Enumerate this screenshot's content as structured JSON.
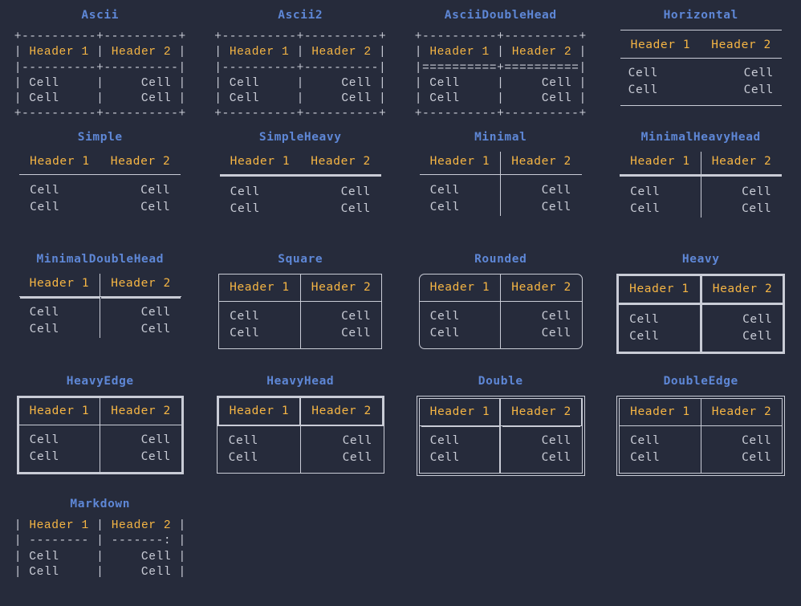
{
  "page": {
    "background": "#262b3b",
    "title_color": "#5e87d6",
    "header_color": "#f5b544",
    "cell_color": "#c9ccd6",
    "header_labels": [
      "Header 1",
      "Header 2"
    ],
    "cell_labels": [
      "Cell",
      "Cell"
    ]
  },
  "boxes": [
    {
      "name": "Ascii",
      "kind": "art",
      "lines": [
        "+----------+----------+",
        "| §Header 1§ | §Header 2§ |",
        "|----------+----------|",
        "| Cell     |     Cell |",
        "| Cell     |     Cell |",
        "+----------+----------+"
      ]
    },
    {
      "name": "Ascii2",
      "kind": "art",
      "lines": [
        "+----------+----------+",
        "| §Header 1§ | §Header 2§ |",
        "|----------+----------|",
        "| Cell     |     Cell |",
        "| Cell     |     Cell |",
        "+----------+----------+"
      ]
    },
    {
      "name": "AsciiDoubleHead",
      "kind": "art",
      "lines": [
        "+----------+----------+",
        "| §Header 1§ | §Header 2§ |",
        "|==========+==========|",
        "| Cell     |     Cell |",
        "| Cell     |     Cell |",
        "+----------+----------+"
      ]
    },
    {
      "name": "Horizontal",
      "kind": "horizontal"
    },
    {
      "name": "Simple",
      "kind": "simple"
    },
    {
      "name": "SimpleHeavy",
      "kind": "simple-heavy"
    },
    {
      "name": "Minimal",
      "kind": "minimal"
    },
    {
      "name": "MinimalHeavyHead",
      "kind": "minimal-heavy-head"
    },
    {
      "name": "MinimalDoubleHead",
      "kind": "minimal-double-head"
    },
    {
      "name": "Square",
      "kind": "square"
    },
    {
      "name": "Rounded",
      "kind": "rounded"
    },
    {
      "name": "Heavy",
      "kind": "heavy"
    },
    {
      "name": "HeavyEdge",
      "kind": "heavy-edge"
    },
    {
      "name": "HeavyHead",
      "kind": "heavy-head"
    },
    {
      "name": "Double",
      "kind": "double"
    },
    {
      "name": "DoubleEdge",
      "kind": "double-edge"
    },
    {
      "name": "Markdown",
      "kind": "art",
      "lines": [
        "| §Header 1§ | §Header 2§ |",
        "| -------- | -------: |",
        "| Cell     |     Cell |",
        "| Cell     |     Cell |"
      ]
    }
  ]
}
